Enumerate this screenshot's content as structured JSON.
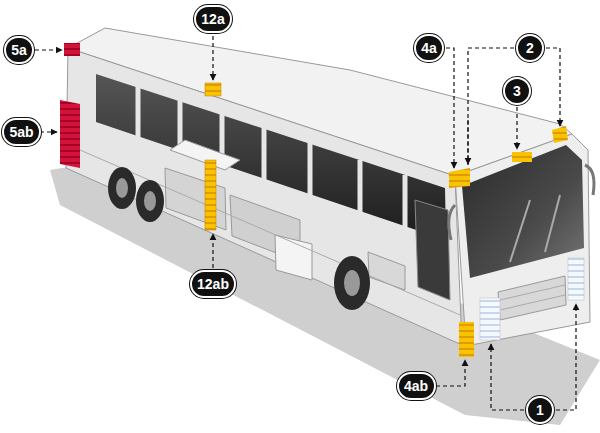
{
  "diagram": {
    "nodes": [
      {
        "text": [
          "12a"
        ]
      },
      {
        "text": [
          "5a"
        ]
      },
      {
        "text": [
          "4a"
        ]
      },
      {
        "text": [
          "2"
        ]
      },
      {
        "text": [
          "3"
        ]
      },
      {
        "text": [
          "5ab"
        ]
      },
      {
        "text": [
          "12ab"
        ]
      },
      {
        "text": [
          "4ab"
        ]
      },
      {
        "text": [
          "1"
        ]
      }
    ]
  }
}
